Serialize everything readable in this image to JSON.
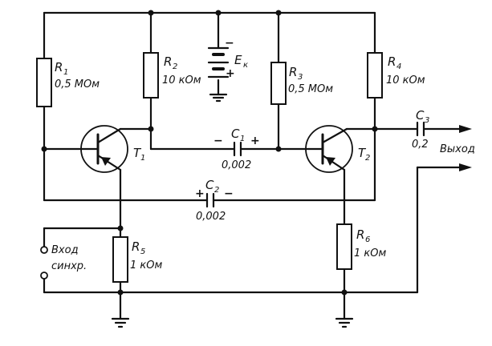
{
  "supply": {
    "name": "E",
    "sub": "к",
    "minus": "−",
    "plus": "+"
  },
  "resistors": [
    {
      "name": "R",
      "sub": "1",
      "value": "0,5 МОм"
    },
    {
      "name": "R",
      "sub": "2",
      "value": "10 кОм"
    },
    {
      "name": "R",
      "sub": "3",
      "value": "0,5 МОм"
    },
    {
      "name": "R",
      "sub": "4",
      "value": "10 кОм"
    },
    {
      "name": "R",
      "sub": "5",
      "value": "1 кОм"
    },
    {
      "name": "R",
      "sub": "6",
      "value": "1 кОм"
    }
  ],
  "capacitors": [
    {
      "name": "C",
      "sub": "1",
      "value": "0,002",
      "minus": "−",
      "plus": "+"
    },
    {
      "name": "C",
      "sub": "2",
      "value": "0,002",
      "minus": "−",
      "plus": "+"
    },
    {
      "name": "C",
      "sub": "3",
      "value": "0,2"
    }
  ],
  "transistors": [
    {
      "name": "T",
      "sub": "1"
    },
    {
      "name": "T",
      "sub": "2"
    }
  ],
  "input_label": {
    "line1": "Вход",
    "line2": "синхр."
  },
  "output_label": "Выход"
}
